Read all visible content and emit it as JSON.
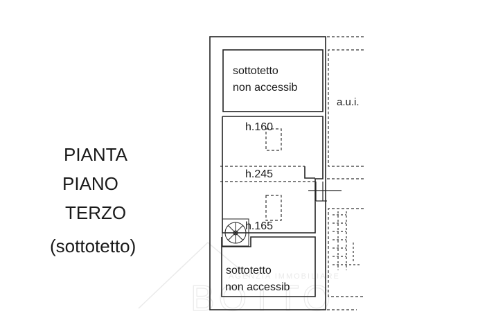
{
  "title": {
    "line1": "PIANTA",
    "line2": "PIANO",
    "line3": "TERZO",
    "line4": "(sottotetto)"
  },
  "rooms": {
    "top_label_1": "sottotetto",
    "top_label_2": "non accessib",
    "bottom_label_1": "sottotetto",
    "bottom_label_2": "non accessib",
    "height_1": "h.160",
    "height_2": "h.245",
    "height_3": "h.165",
    "neighbor": "a.u.i."
  },
  "watermark": {
    "line1": "AGENZIA IMMOBILIARE",
    "line2": "BOTTO"
  }
}
